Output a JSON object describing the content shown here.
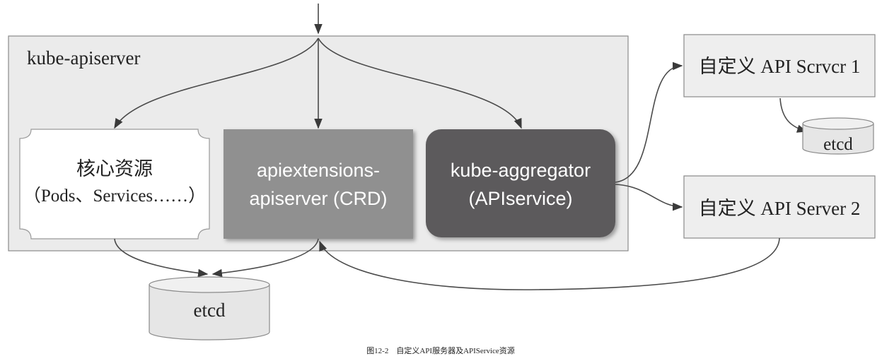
{
  "container": {
    "label": "kube-apiserver"
  },
  "core_resources": {
    "line1": "核心资源",
    "line2": "（Pods、Services……）"
  },
  "apiextensions": {
    "line1": "apiextensions-",
    "line2": "apiserver (CRD)"
  },
  "aggregator": {
    "line1": "kube-aggregator",
    "line2": "(APIservice)"
  },
  "custom_server_1": {
    "label": "自定义 API Scrvcr 1"
  },
  "custom_server_2": {
    "label": "自定义 API Server 2"
  },
  "etcd_main": {
    "label": "etcd"
  },
  "etcd_custom": {
    "label": "etcd"
  },
  "caption": {
    "text": "图12-2　自定义API服务器及APIService资源"
  },
  "colors": {
    "container_fill": "#ebebeb",
    "apiextensions_fill": "#909090",
    "aggregator_fill": "#5c5a5b",
    "line": "#4a4a4a"
  }
}
